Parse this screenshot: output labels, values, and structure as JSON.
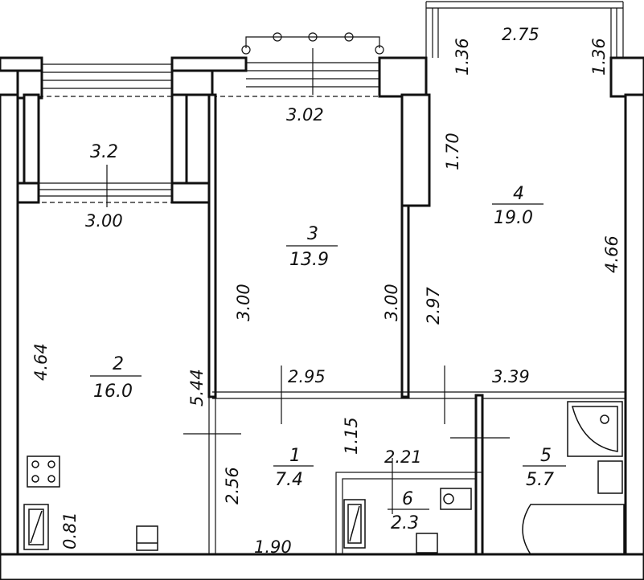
{
  "rooms": [
    {
      "number": "1",
      "area": "7.4"
    },
    {
      "number": "2",
      "area": "16.0"
    },
    {
      "number": "3",
      "area": "13.9"
    },
    {
      "number": "4",
      "area": "19.0"
    },
    {
      "number": "5",
      "area": "5.7"
    },
    {
      "number": "6",
      "area": "2.3"
    }
  ],
  "balconies": [
    {
      "area": "3.2"
    }
  ],
  "dimensions": {
    "balcony_left_width": "3.00",
    "room3_top": "3.02",
    "balcony_right_width": "2.75",
    "balcony_right_left_depth": "1.36",
    "balcony_right_right_depth": "1.36",
    "room4_upper_side": "1.70",
    "room4_height": "4.66",
    "room4_left_height": "2.97",
    "room4_bottom_width": "3.39",
    "room3_left_height": "3.00",
    "room3_right_height": "3.00",
    "room3_bottom_width": "2.95",
    "room2_height": "4.64",
    "room2_right_height": "5.44",
    "hall_height": "1.15",
    "hall_left_height": "2.56",
    "wc_width": "2.21",
    "hall_bottom_width": "1.90",
    "kitchen_corner": "0.81"
  }
}
